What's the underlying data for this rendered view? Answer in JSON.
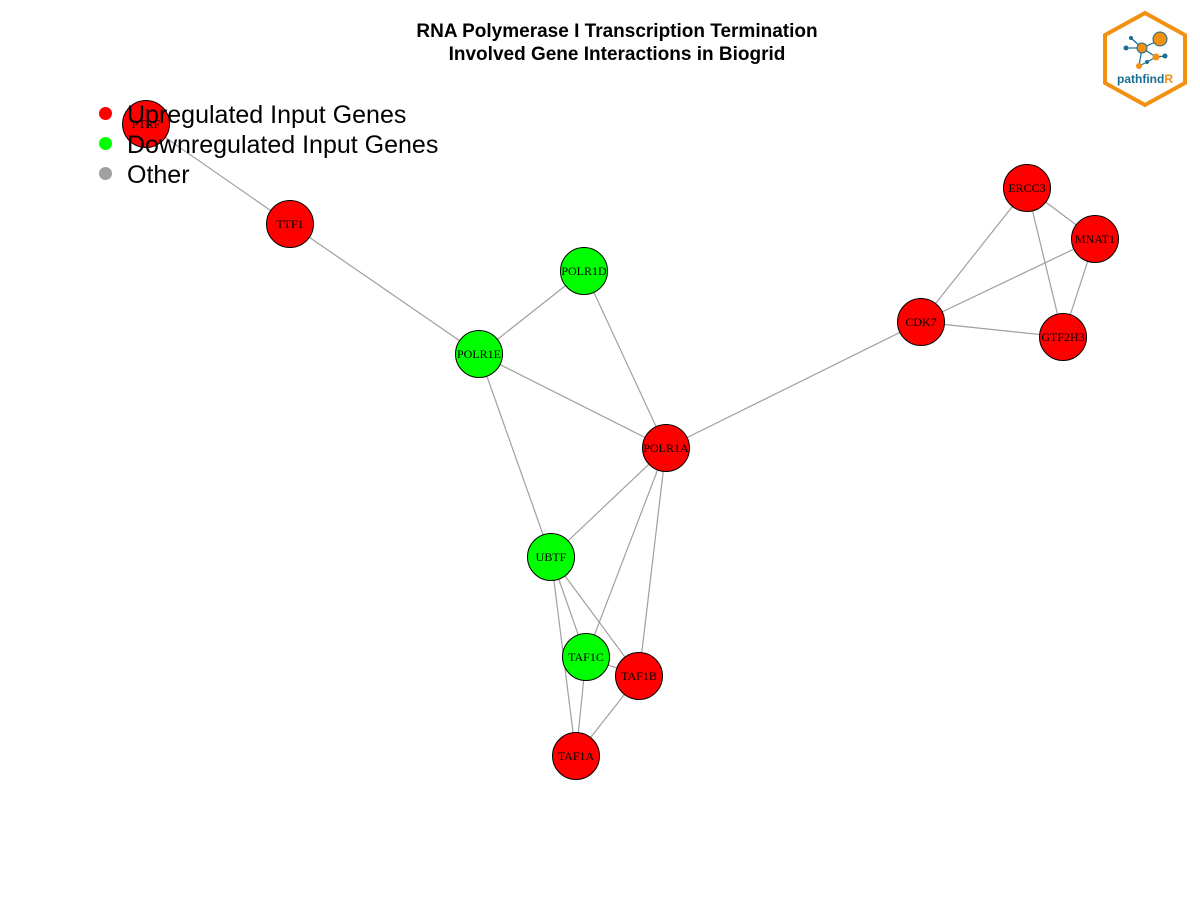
{
  "title": {
    "line1": "RNA Polymerase I Transcription Termination",
    "line2": "Involved Gene Interactions in Biogrid"
  },
  "legend": [
    {
      "label": "Upregulated Input Genes",
      "color": "#ff0000"
    },
    {
      "label": "Downregulated Input Genes",
      "color": "#00ff00"
    },
    {
      "label": "Other",
      "color": "#a0a0a0"
    }
  ],
  "colors": {
    "up": "#ff0000",
    "down": "#00ff00",
    "edge": "#a0a0a0",
    "logo_orange": "#f29111",
    "logo_blue": "#1b6c92"
  },
  "logo": {
    "text_main": "pathfind",
    "text_accent": "R"
  },
  "nodes": [
    {
      "id": "PTRF",
      "type": "up"
    },
    {
      "id": "TTF1",
      "type": "up"
    },
    {
      "id": "POLR1D",
      "type": "down"
    },
    {
      "id": "POLR1E",
      "type": "down"
    },
    {
      "id": "POLR1A",
      "type": "up"
    },
    {
      "id": "UBTF",
      "type": "down"
    },
    {
      "id": "TAF1C",
      "type": "down"
    },
    {
      "id": "TAF1B",
      "type": "up"
    },
    {
      "id": "TAF1A",
      "type": "up"
    },
    {
      "id": "CDK7",
      "type": "up"
    },
    {
      "id": "ERCC3",
      "type": "up"
    },
    {
      "id": "MNAT1",
      "type": "up"
    },
    {
      "id": "GTF2H3",
      "type": "up"
    }
  ],
  "edges": [
    [
      "PTRF",
      "TTF1"
    ],
    [
      "TTF1",
      "POLR1E"
    ],
    [
      "POLR1E",
      "POLR1D"
    ],
    [
      "POLR1E",
      "POLR1A"
    ],
    [
      "POLR1E",
      "UBTF"
    ],
    [
      "POLR1D",
      "POLR1A"
    ],
    [
      "POLR1A",
      "CDK7"
    ],
    [
      "POLR1A",
      "UBTF"
    ],
    [
      "POLR1A",
      "TAF1C"
    ],
    [
      "POLR1A",
      "TAF1B"
    ],
    [
      "UBTF",
      "TAF1C"
    ],
    [
      "UBTF",
      "TAF1B"
    ],
    [
      "UBTF",
      "TAF1A"
    ],
    [
      "TAF1C",
      "TAF1B"
    ],
    [
      "TAF1C",
      "TAF1A"
    ],
    [
      "TAF1B",
      "TAF1A"
    ],
    [
      "CDK7",
      "ERCC3"
    ],
    [
      "CDK7",
      "MNAT1"
    ],
    [
      "CDK7",
      "GTF2H3"
    ],
    [
      "ERCC3",
      "MNAT1"
    ],
    [
      "ERCC3",
      "GTF2H3"
    ],
    [
      "MNAT1",
      "GTF2H3"
    ]
  ]
}
